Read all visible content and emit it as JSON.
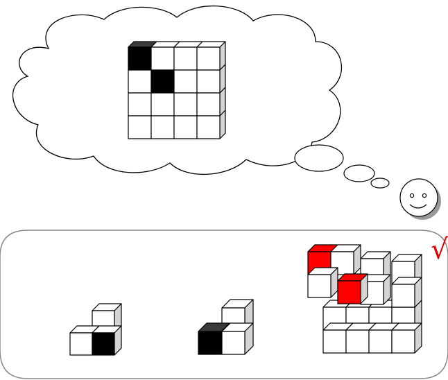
{
  "checkmark": "√",
  "colors": {
    "stroke": "#000000",
    "face_white": "#ffffff",
    "face_black": "#000000",
    "face_red": "#ff0000",
    "side_shade": "#d4d4d4",
    "top_dark": "#3a3a3a",
    "check": "#e00000",
    "panel_border": "#888888",
    "face_shadow": "#9a9a9a"
  },
  "thought": {
    "target_grid": {
      "rows": 4,
      "cols": 4,
      "black_cells": [
        [
          0,
          0
        ],
        [
          1,
          1
        ]
      ]
    }
  },
  "options": [
    {
      "label": "",
      "cubes": 3,
      "black_cubes": 1
    },
    {
      "label": "",
      "cubes": 3,
      "black_cubes": 1
    },
    {
      "label": "",
      "cubes": 11,
      "red_cubes": 2,
      "correct": true
    }
  ]
}
